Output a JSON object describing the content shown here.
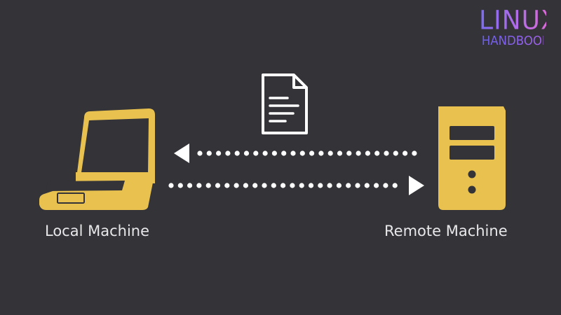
{
  "logo": {
    "line1": "LINUX",
    "line2": "HANDBOOK"
  },
  "nodes": {
    "local": {
      "label": "Local Machine",
      "icon": "laptop-icon"
    },
    "remote": {
      "label": "Remote Machine",
      "icon": "server-icon"
    },
    "transfer": {
      "icon": "document-icon"
    }
  },
  "arrows": [
    {
      "from": "remote",
      "to": "local",
      "style": "dotted"
    },
    {
      "from": "local",
      "to": "remote",
      "style": "dotted"
    }
  ],
  "colors": {
    "background": "#333338",
    "accent": "#e8c14f",
    "foreground": "#ffffff",
    "text": "#e8e8ea"
  }
}
